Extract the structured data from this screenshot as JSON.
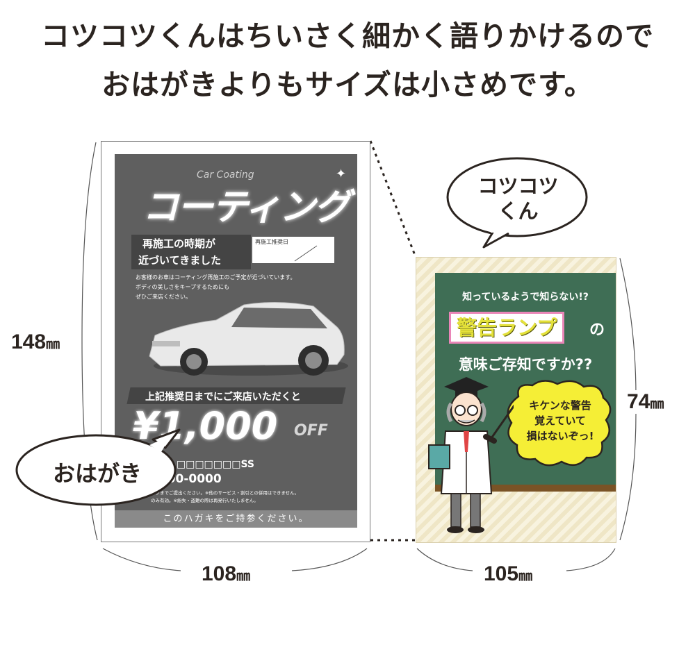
{
  "headline": {
    "line1": "コツコツくんはちいさく細かく語りかけるので",
    "line2": "おはがきよりもサイズは小さめです。"
  },
  "postcard": {
    "title_en": "Car Coating",
    "title_jp": "コーティング",
    "headline_l1": "再施工の時期が",
    "headline_l2": "近づいてきました",
    "date_label": "再施工推奨日",
    "body_l1": "お客様のお車はコーティング再施工のご予定が近づいています。",
    "body_l2": "ボディの美しさをキープするためにも",
    "body_l3": "ぜひご来店ください。",
    "offer_line": "上記推奨日までにご来店いただくと",
    "price": "¥1,000",
    "off": "OFF",
    "company": "株式会社 □□□□□□□SS",
    "phone": "0000-0000",
    "fine1": "ップまでご提出ください。※他のサービス・割引との併用はできません。",
    "fine2": "のみ有効。※紛失・盗難の際は再発行いたしません。",
    "footer": "このハガキをご持参ください。",
    "bubble": "おはがき",
    "width_num": "108",
    "height_num": "148",
    "unit": "㎜"
  },
  "kotsukotsu": {
    "bubble_l1": "コツコツ",
    "bubble_l2": "くん",
    "q1": "知っているようで知らない!?",
    "warn": "警告ランプ",
    "no": "の",
    "q2": "意味ご存知ですか??",
    "speech_l1": "キケンな警告",
    "speech_l2": "覚えていて",
    "speech_l3": "損はないぞっ!",
    "width_num": "105",
    "height_num": "74",
    "unit": "㎜"
  },
  "colors": {
    "board_green": "#3f6e55",
    "warn_pink": "#ea86b8",
    "warn_yellow": "#e4e13a",
    "speech_yellow": "#f5ee36",
    "postcard_gray": "#5f5f5f"
  }
}
